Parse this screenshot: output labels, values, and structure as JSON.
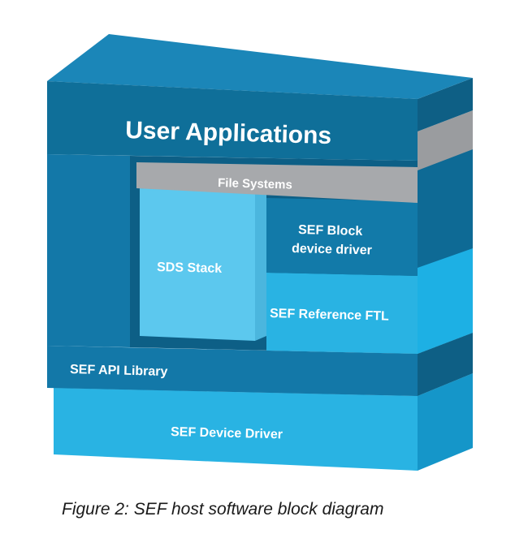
{
  "layers": {
    "user_applications": "User Applications",
    "file_systems": "File Systems",
    "sds_stack": "SDS Stack",
    "sef_block_line1": "SEF Block",
    "sef_block_line2": "device driver",
    "sef_reference_ftl": "SEF Reference FTL",
    "sef_api_library": "SEF API Library",
    "sef_device_driver": "SEF Device Driver"
  },
  "caption": "Figure 2: SEF host software block diagram",
  "colors": {
    "dark_blue": "#0f6f99",
    "mid_blue": "#1b86b8",
    "light_blue": "#29b3e3",
    "pale_blue": "#5cc8ee",
    "gray": "#a7a9ac"
  }
}
